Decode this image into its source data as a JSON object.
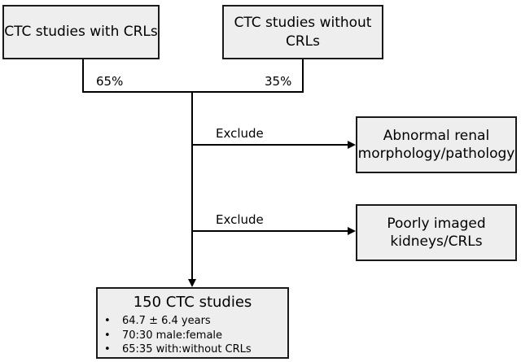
{
  "boxes": {
    "with_crls": "CTC studies with CRLs",
    "without_crls_line1": "CTC studies without",
    "without_crls_line2": "CRLs",
    "abnormal_line1": "Abnormal renal",
    "abnormal_line2": "morphology/pathology",
    "poorly_line1": "Poorly imaged",
    "poorly_line2": "kidneys/CRLs"
  },
  "percentages": {
    "with": "65%",
    "without": "35%"
  },
  "exclude_labels": [
    "Exclude",
    "Exclude"
  ],
  "final": {
    "title": "150 CTC studies",
    "bullet_glyph": "•",
    "items": [
      "64.7 ± 6.4 years",
      "70:30 male:female",
      "65:35 with:without CRLs"
    ]
  }
}
